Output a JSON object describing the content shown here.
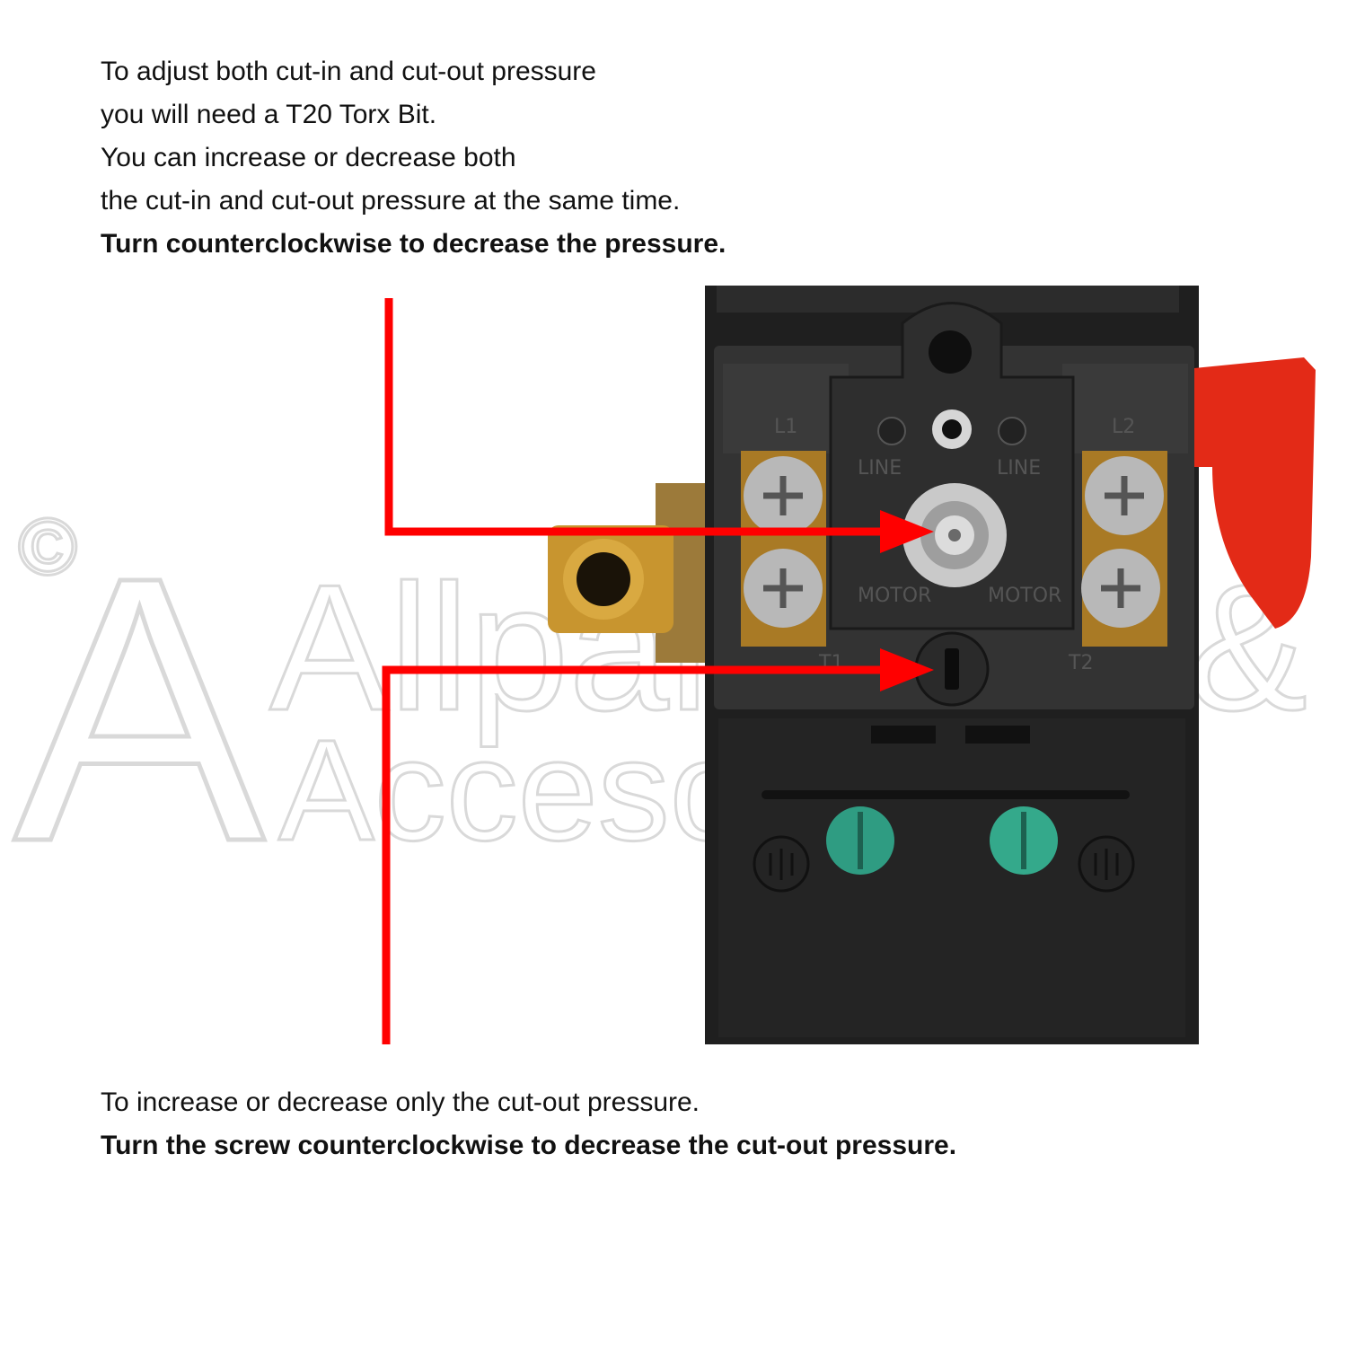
{
  "instructions": {
    "top_lines": [
      "To adjust both cut-in and cut-out pressure",
      "you will need a T20 Torx Bit.",
      "You can increase or decrease both",
      "the cut-in and cut-out pressure at the same time."
    ],
    "top_bold": "Turn counterclockwise to decrease the pressure.",
    "bottom_line": "To increase or decrease only the cut-out pressure.",
    "bottom_bold": "Turn the screw counterclockwise to decrease the cut-out pressure."
  },
  "switch_labels": {
    "l1": "L1",
    "l2": "L2",
    "line_left": "LINE",
    "line_right": "LINE",
    "motor_left": "MOTOR",
    "motor_right": "MOTOR",
    "t1": "T1",
    "t2": "T2"
  },
  "watermark": {
    "copyright": "©",
    "line1": "Allparts Eq & ",
    "line2": "Accesories"
  },
  "colors": {
    "arrow": "#ff0000",
    "body": "#262626",
    "lever": "#e32a17",
    "brass": "#c8952f"
  },
  "icons": [
    "adjustment-screw-icon",
    "differential-screw-icon",
    "terminal-screw-icon",
    "ground-symbol-icon"
  ]
}
